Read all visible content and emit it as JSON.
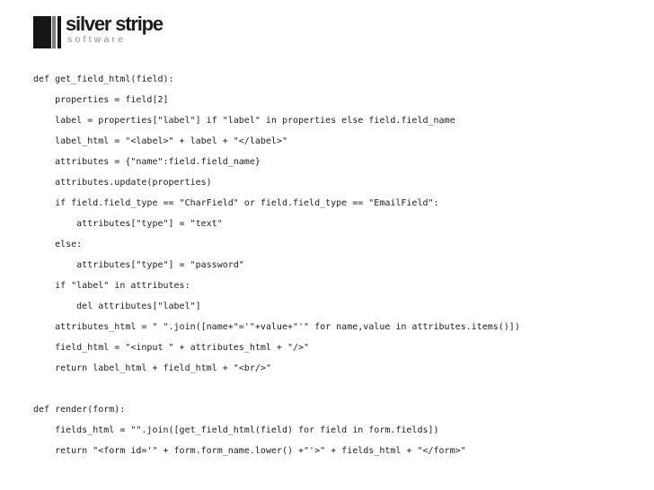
{
  "logo": {
    "name": "silver stripe",
    "subtitle": "software",
    "emblem": {
      "icon": "striped-block-icon",
      "black": "#161616",
      "gray": "#7d7d7d"
    }
  },
  "code": {
    "language": "python",
    "content": "def get_field_html(field):\n    properties = field[2]\n    label = properties[\"label\"] if \"label\" in properties else field.field_name\n    label_html = \"<label>\" + label + \"</label>\"\n    attributes = {\"name\":field.field_name}\n    attributes.update(properties)\n    if field.field_type == \"CharField\" or field.field_type == \"EmailField\":\n        attributes[\"type\"] = \"text\"\n    else:\n        attributes[\"type\"] = \"password\"\n    if \"label\" in attributes:\n        del attributes[\"label\"]\n    attributes_html = \" \".join([name+\"='\"+value+\"'\" for name,value in attributes.items()])\n    field_html = \"<input \" + attributes_html + \"/>\"\n    return label_html + field_html + \"<br/>\"\n\ndef render(form):\n    fields_html = \"\".join([get_field_html(field) for field in form.fields])\n    return \"<form id='\" + form.form_name.lower() +\"'>\" + fields_html + \"</form>\""
  }
}
